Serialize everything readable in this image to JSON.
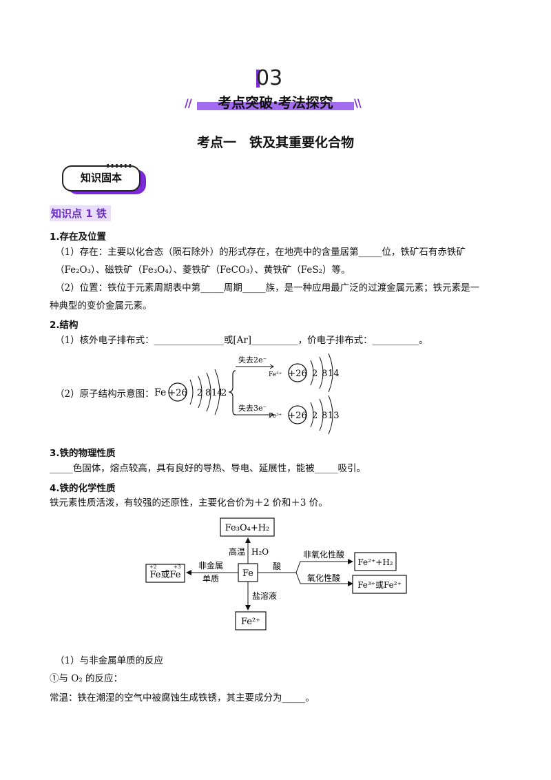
{
  "header": {
    "number": "03",
    "banner": "考点突破·考法探究",
    "colors": {
      "accent": "#7b2bd6",
      "highlight": "#a36cf0"
    }
  },
  "title": "考点一　铁及其重要化合物",
  "badge": "知识固本",
  "knowledge_point": "知识点 1  铁",
  "s1": {
    "heading": "1.存在及位置",
    "l1": "（1）存在：主要以化合态（陨石除外）的形式存在，在地壳中的含量居第_____位，铁矿石有赤铁矿",
    "l2": "（Fe₂O₃）、磁铁矿（Fe₃O₄）、菱铁矿（FeCO₃）、黄铁矿（FeS₂）等。",
    "l3": "（2）位置：铁位于元素周期表中第_____周期_____族，是一种应用最广泛的过渡金属元素；铁元素是一",
    "l4": "种典型的变价金属元素。"
  },
  "s2": {
    "heading": "2.结构",
    "l1": "（1）核外电子排布式：_______________或[Ar]__________，价电子排布式：__________。",
    "l2": "（2）原子结构示意图：",
    "diagram": {
      "symbol": "Fe",
      "nucleus": "+26",
      "shells": [
        "2",
        "8",
        "14",
        "2"
      ],
      "upper": {
        "label": "失去2e⁻",
        "ion": "Fe²⁺",
        "nucleus": "+26",
        "shells": [
          "2",
          "8",
          "14"
        ]
      },
      "lower": {
        "label": "失去3e⁻",
        "ion": "Fe³⁺",
        "nucleus": "+26",
        "shells": [
          "2",
          "8",
          "13"
        ]
      }
    }
  },
  "s3": {
    "heading": "3.铁的物理性质",
    "l1": "_____色固体，熔点较高，具有良好的导热、导电、延展性，能被_____吸引。"
  },
  "s4": {
    "heading": "4.铁的化学性质",
    "l1": "铁元素性质活泼，有较强的还原性，主要化合价为＋2 价和＋3 价。",
    "flow": {
      "center": "Fe",
      "top": "Fe₃O₄+H₂",
      "top_label_left": "高温",
      "top_label_right": "H₂O",
      "left": "Fe或Fe",
      "left_ox1": "+2",
      "left_ox2": "+3",
      "left_label_1": "非金属",
      "left_label_2": "单质",
      "bottom": "Fe²⁺",
      "bottom_label": "盐溶液",
      "acid_label": "酸",
      "right_upper_label": "非氧化性酸",
      "right_upper": "Fe²⁺+H₂",
      "right_lower_label": "氧化性酸",
      "right_lower": "Fe³⁺或Fe²⁺"
    },
    "sub1": "（1）与非金属单质的反应",
    "sub2": "①与 O₂ 的反应：",
    "sub3": "常温：铁在潮湿的空气中被腐蚀生成铁锈，其主要成分为_____。"
  }
}
